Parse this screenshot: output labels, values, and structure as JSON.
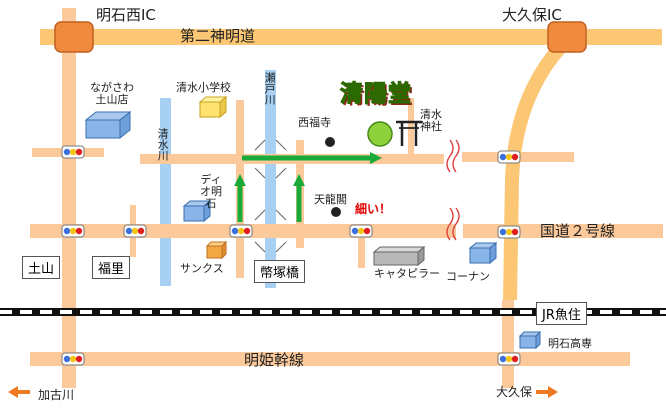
{
  "map": {
    "ic_west": "明石西IC",
    "ic_east": "大久保IC",
    "road_bypass": "第二神明道",
    "road_route2": "国道２号線",
    "road_meihime": "明姫幹線",
    "shop_title": "清陽堂",
    "river_shimizu": "清水川",
    "river_seto": "瀬戸川",
    "places": {
      "nagasawa": "ながさわ土山店",
      "shimizu_school": "清水小学校",
      "saifukuji": "西福寺",
      "shimizu_shrine": "清水神社",
      "dio": "ディオ明石",
      "tenryukaku": "天龍閣",
      "sunkus": "サンクス",
      "caterpillar": "キャタピラー",
      "konan": "コーナン",
      "akashi_koto": "明石高専"
    },
    "warning": "細い！",
    "stations": {
      "tsuchiyama": "土山",
      "fukusato": "福里",
      "heizukabashi": "幣塚橋",
      "jr_uozumi": "JR魚住"
    },
    "directions": {
      "kakogawa": "加古川",
      "okubo": "大久保"
    },
    "colors": {
      "road": "#fcc99a",
      "highway": "#fbc774",
      "ic": "#f08a3c",
      "river": "#a7d0f2",
      "route_arrow": "#1aaa3a",
      "warning": "#e00000",
      "arrow_orange": "#f07a20"
    }
  }
}
